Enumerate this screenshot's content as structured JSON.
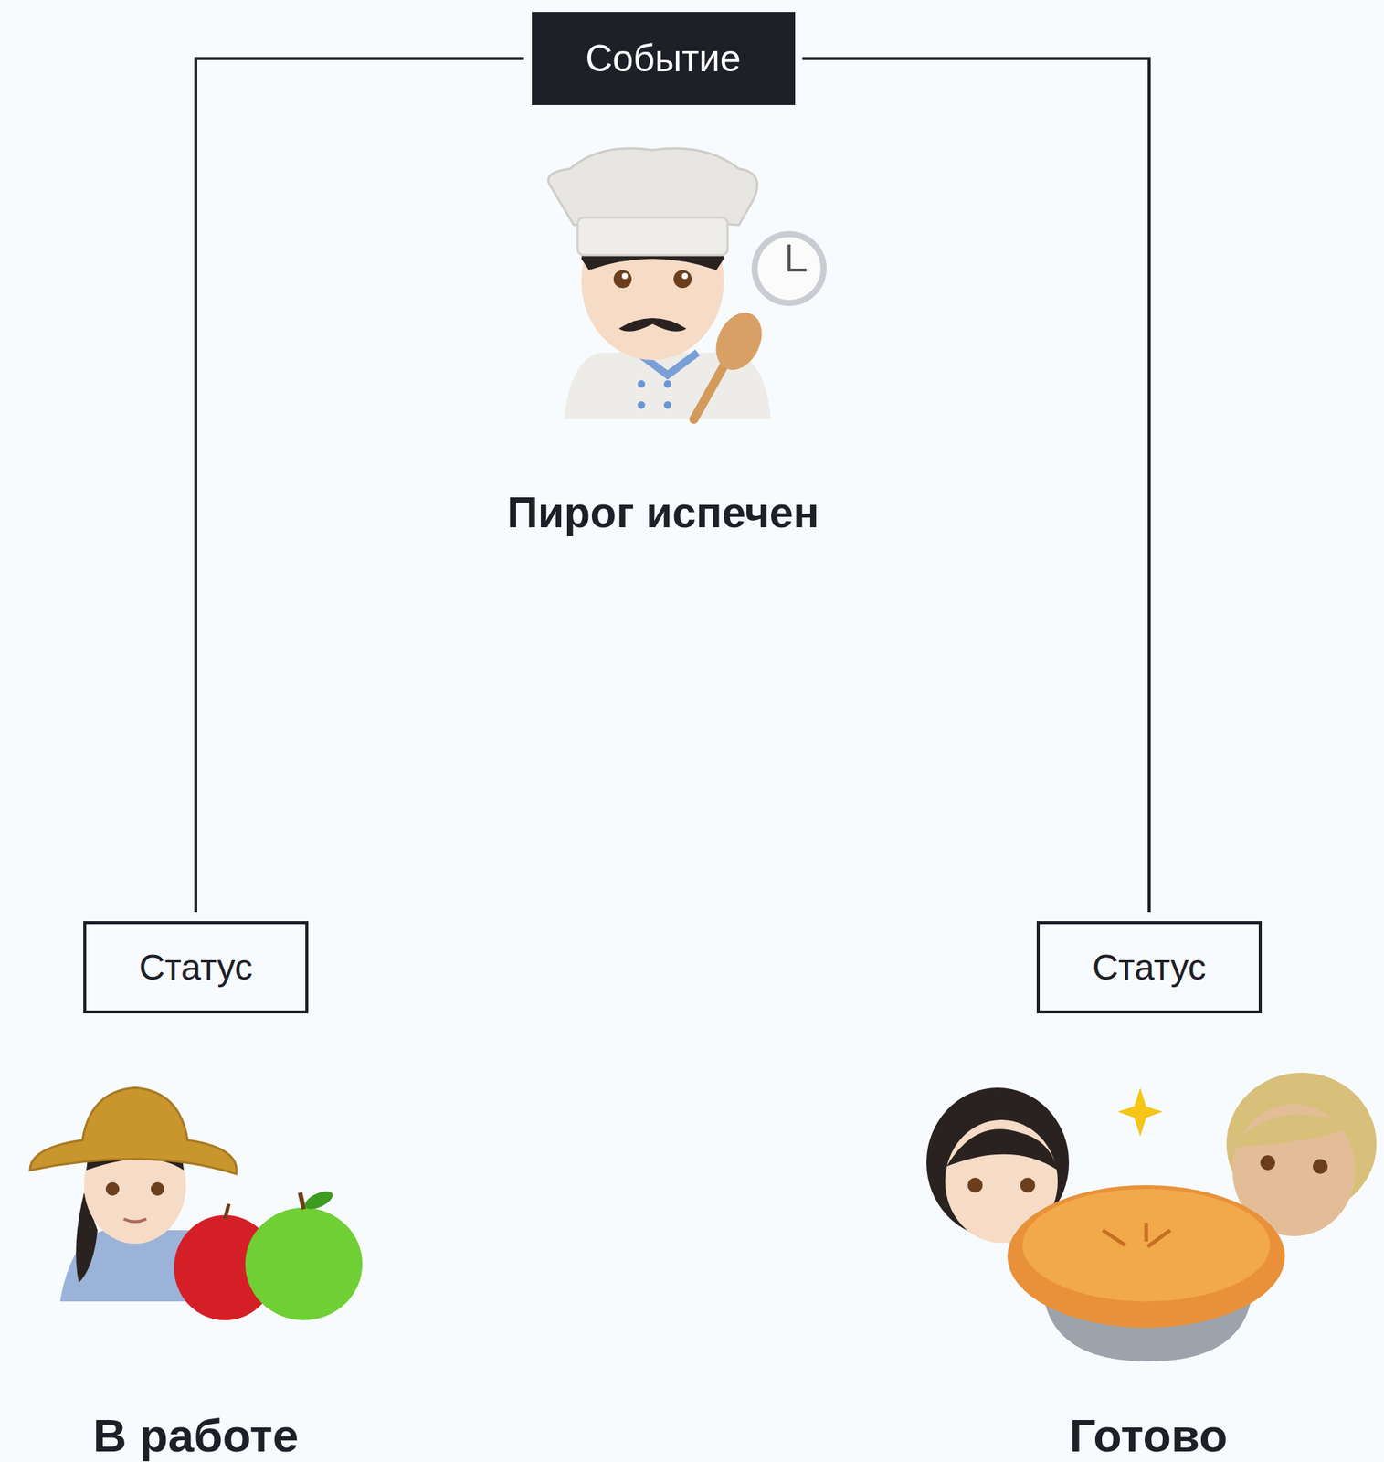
{
  "diagram": {
    "nodes": [
      {
        "text": [
          "Событие"
        ]
      },
      {
        "text": [
          "Статус"
        ]
      },
      {
        "text": [
          "Статус"
        ]
      }
    ],
    "edges": [
      {
        "from": 0,
        "to": 1,
        "arrow": "none"
      },
      {
        "from": 0,
        "to": 2,
        "arrow": "none"
      }
    ],
    "labels": [
      "Пирог испечен",
      "В работе",
      "Готово"
    ]
  }
}
